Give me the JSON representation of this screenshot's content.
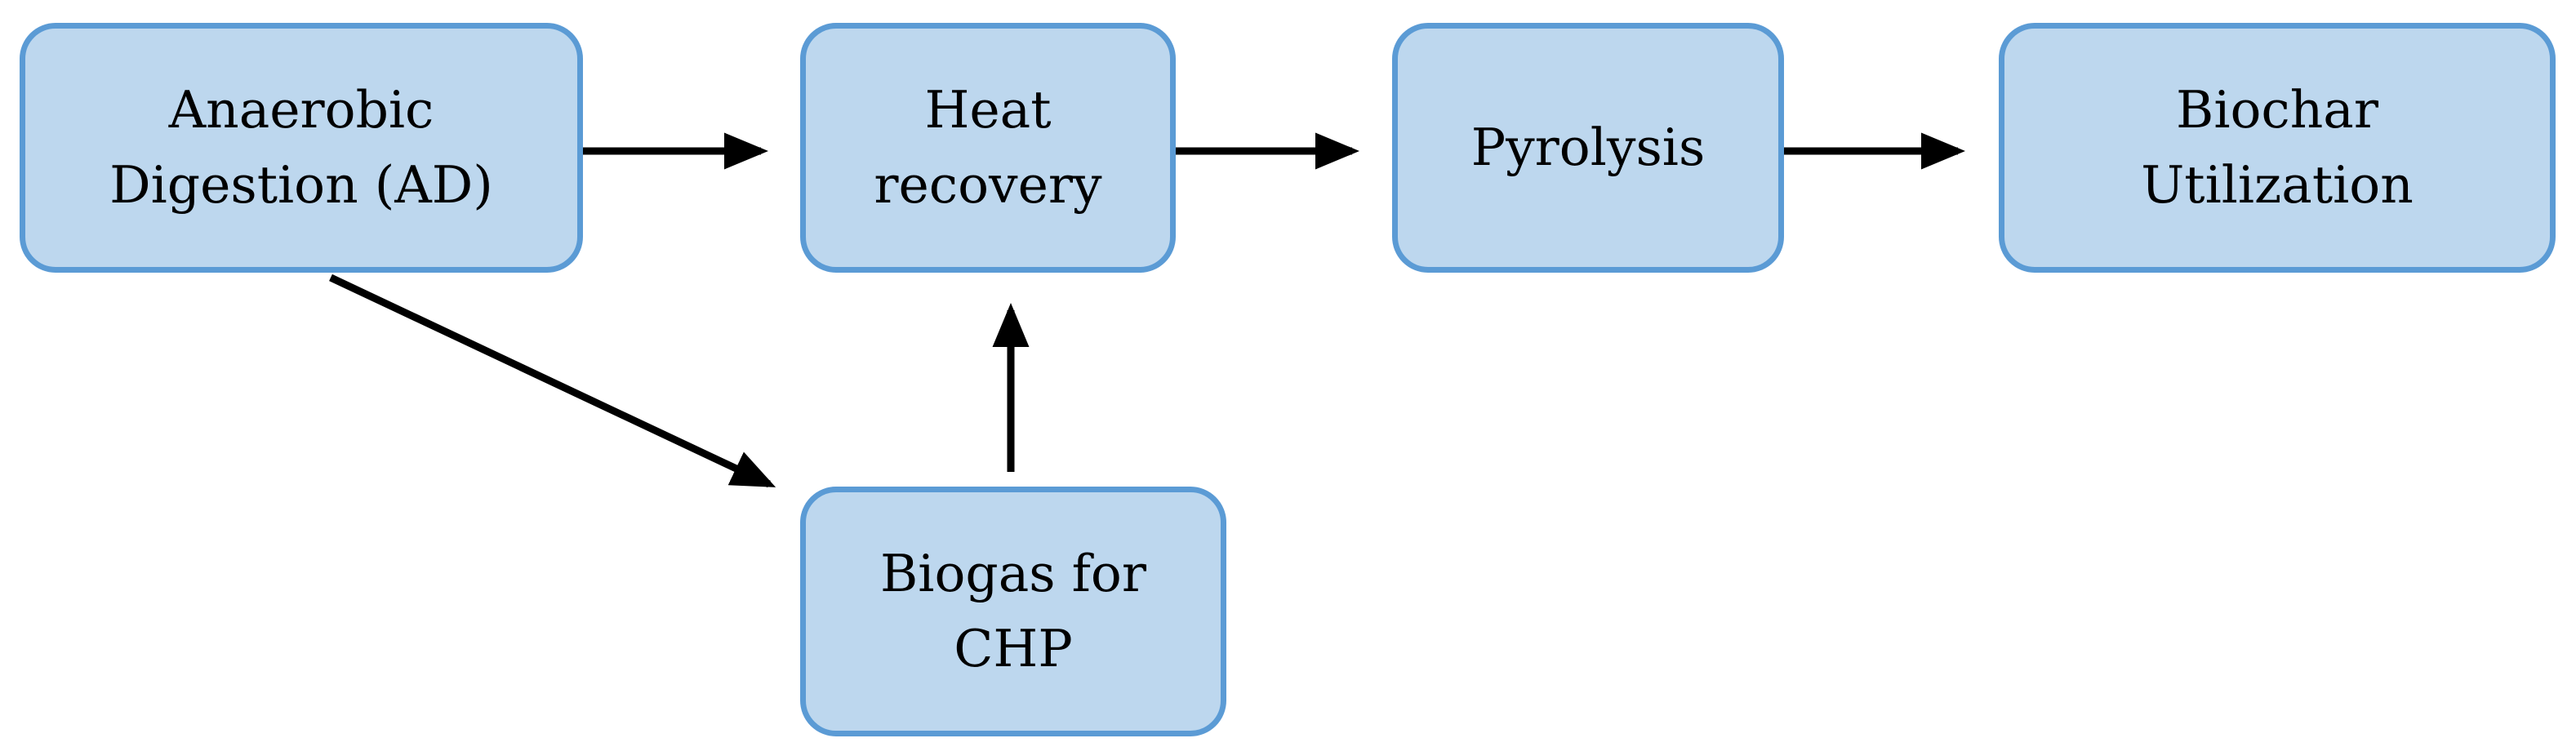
{
  "diagram": {
    "colors": {
      "box_fill": "#bdd7ee",
      "box_border": "#5b9bd5",
      "arrow": "#000000"
    },
    "nodes": {
      "ad": {
        "line1": "Anaerobic",
        "line2": "Digestion (AD)"
      },
      "heat": {
        "line1": "Heat",
        "line2": "recovery"
      },
      "pyrolysis": {
        "line1": "Pyrolysis"
      },
      "biochar": {
        "line1": "Biochar",
        "line2": "Utilization"
      },
      "biogas": {
        "line1": "Biogas for",
        "line2": "CHP"
      }
    },
    "edges": [
      {
        "from": "Anaerobic Digestion (AD)",
        "to": "Heat recovery"
      },
      {
        "from": "Heat recovery",
        "to": "Pyrolysis"
      },
      {
        "from": "Pyrolysis",
        "to": "Biochar Utilization"
      },
      {
        "from": "Anaerobic Digestion (AD)",
        "to": "Biogas for CHP"
      },
      {
        "from": "Biogas for CHP",
        "to": "Heat recovery"
      }
    ]
  }
}
